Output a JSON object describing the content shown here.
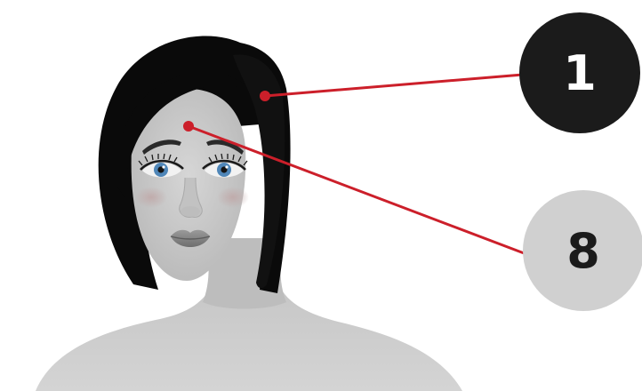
{
  "callouts": [
    {
      "number": "1",
      "target": "hair",
      "badge_color": "#1b1b1b",
      "text_color": "#ffffff"
    },
    {
      "number": "8",
      "target": "forehead",
      "badge_color": "#d0d0d0",
      "text_color": "#1b1b1b"
    }
  ],
  "colors": {
    "leader_line": "#cc1f2a",
    "hair": "#0a0a0a",
    "skin": "#c9c9c9",
    "skin_shadow": "#b3b3b3",
    "cheek": "#c2b4b4",
    "iris": "#4f86b8",
    "lips": "#8a8a8a",
    "background": "#ffffff"
  }
}
